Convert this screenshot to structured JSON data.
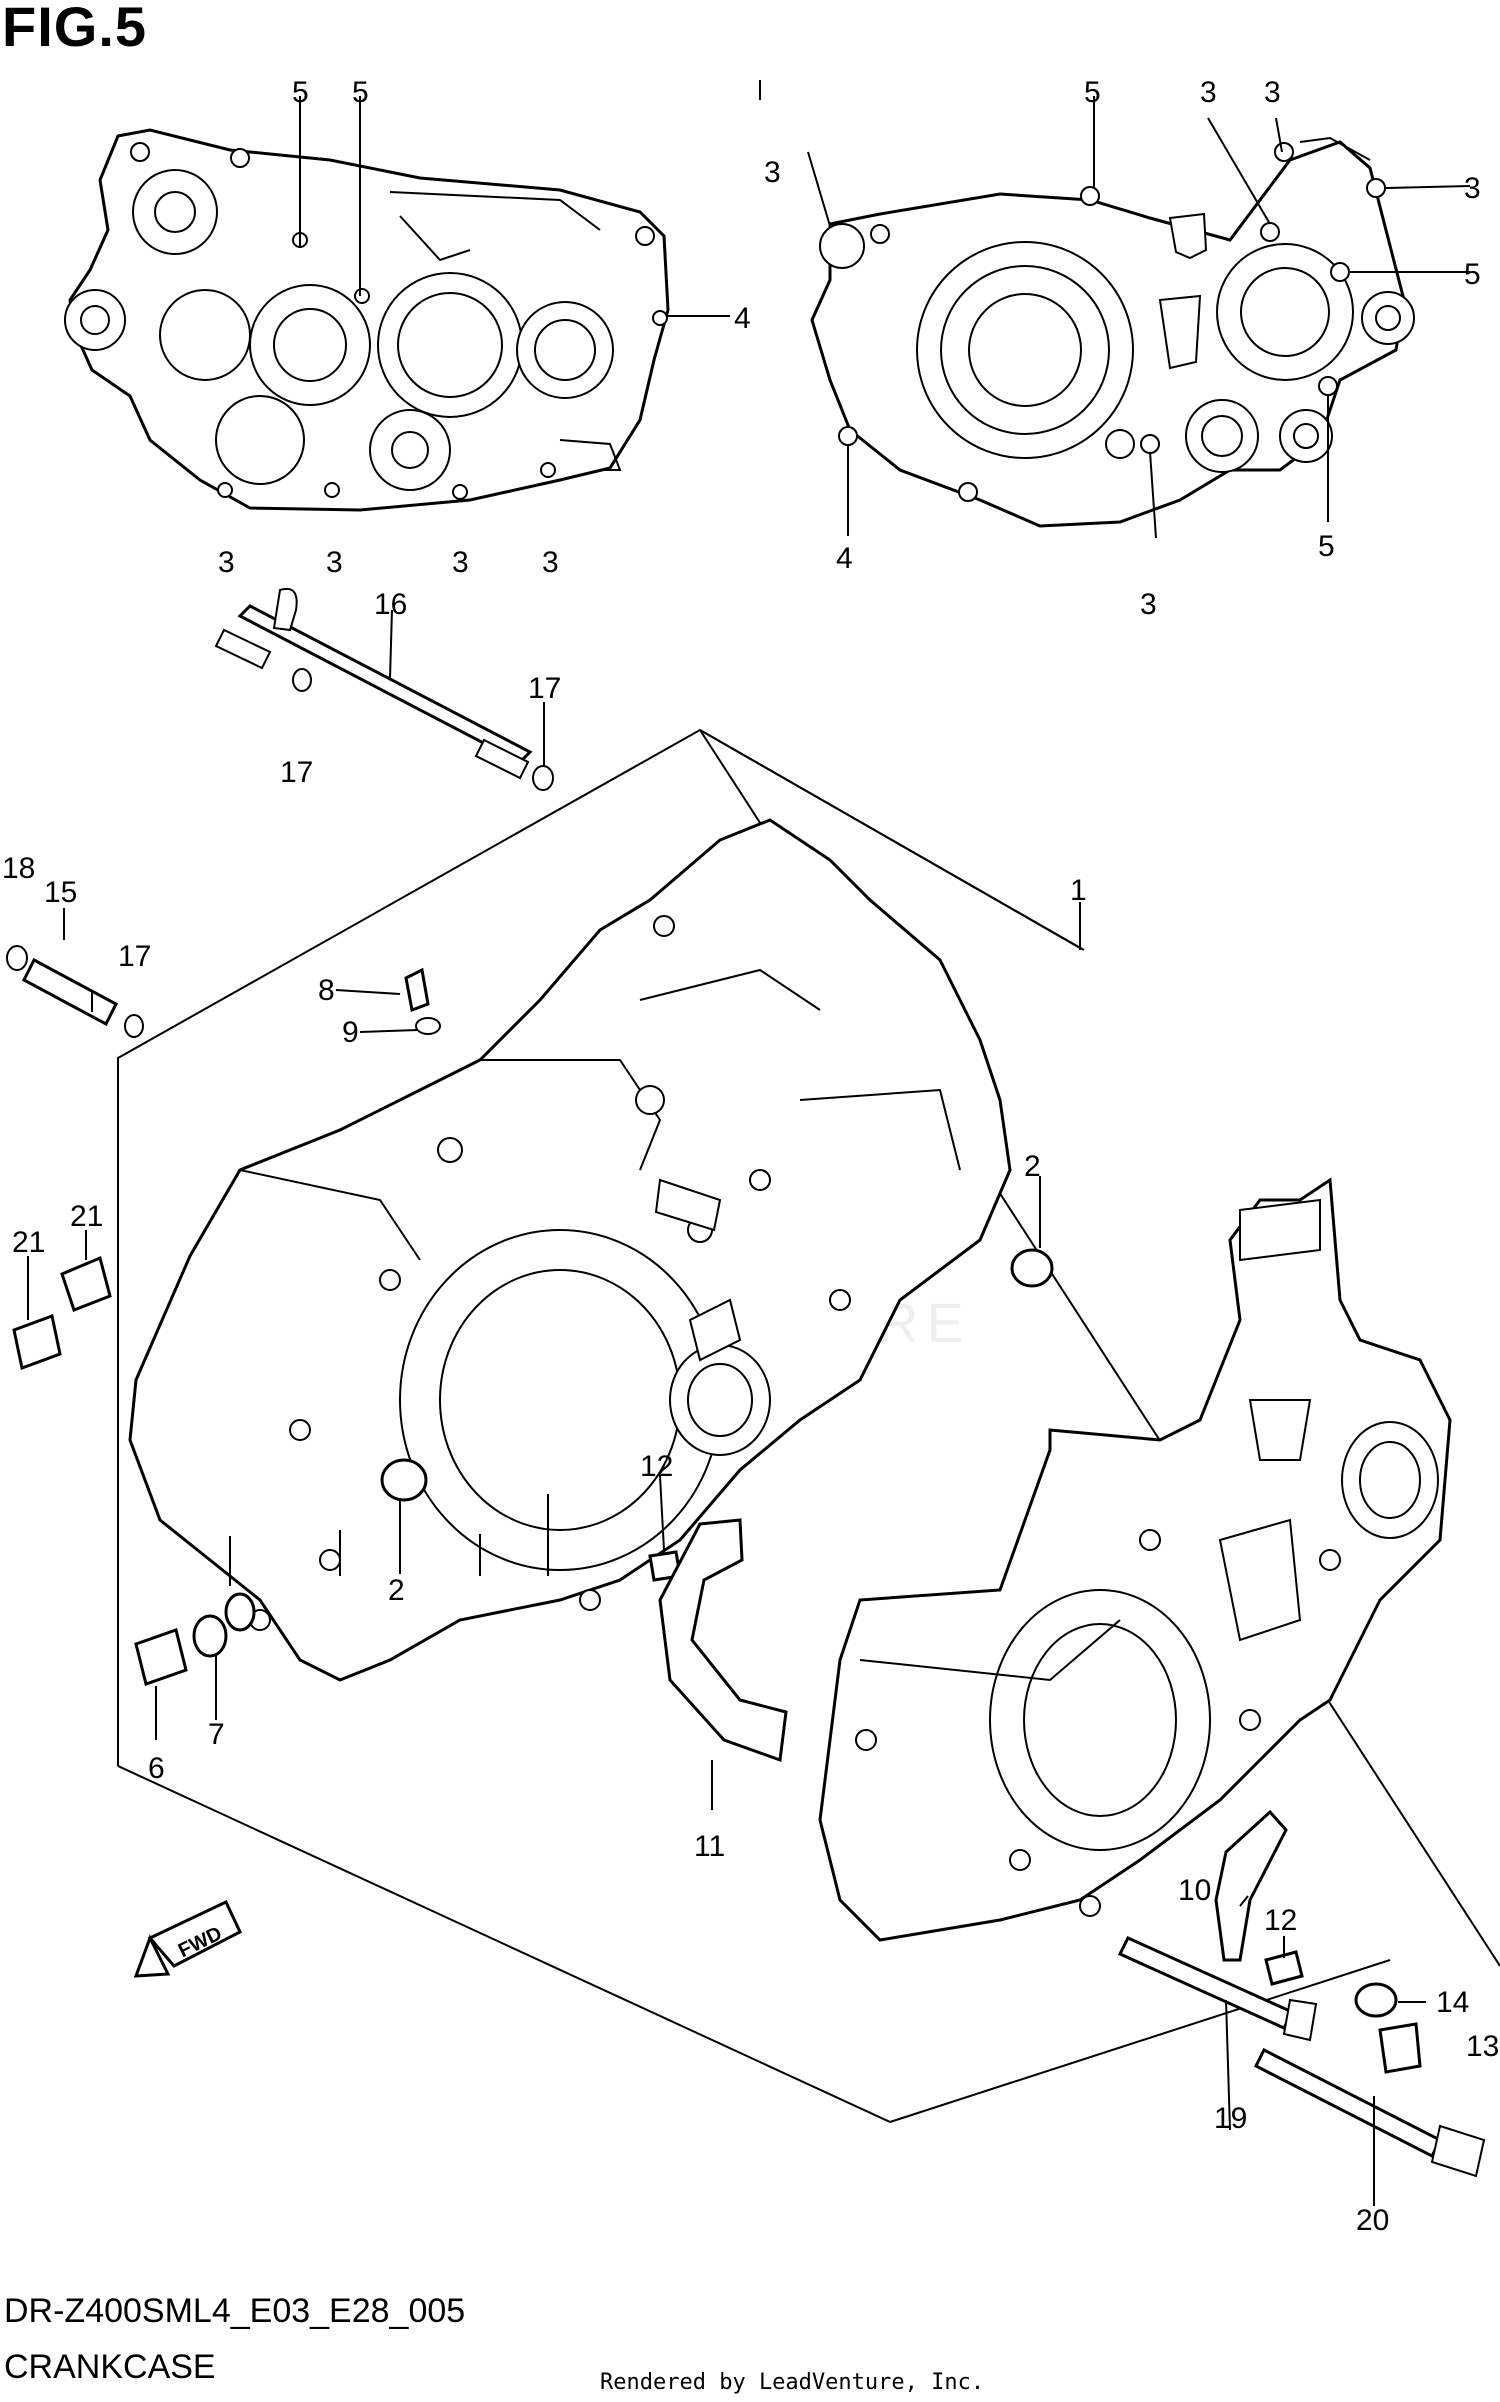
{
  "figure": {
    "title": "FIG.5",
    "model_code": "DR-Z400SML4_E03_E28_005",
    "caption": "CRANKCASE",
    "credit": "Rendered by LeadVenture, Inc.",
    "watermark": "LEADVENTURE"
  },
  "callouts": [
    {
      "id": "c1",
      "label": "1"
    },
    {
      "id": "c2a",
      "label": "2"
    },
    {
      "id": "c2b",
      "label": "2"
    },
    {
      "id": "c3a",
      "label": "3"
    },
    {
      "id": "c3b",
      "label": "3"
    },
    {
      "id": "c3c",
      "label": "3"
    },
    {
      "id": "c3d",
      "label": "3"
    },
    {
      "id": "c3e",
      "label": "3"
    },
    {
      "id": "c3f",
      "label": "3"
    },
    {
      "id": "c3g",
      "label": "3"
    },
    {
      "id": "c3h",
      "label": "3"
    },
    {
      "id": "c3i",
      "label": "3"
    },
    {
      "id": "c4a",
      "label": "4"
    },
    {
      "id": "c4b",
      "label": "4"
    },
    {
      "id": "c5a",
      "label": "5"
    },
    {
      "id": "c5b",
      "label": "5"
    },
    {
      "id": "c5c",
      "label": "5"
    },
    {
      "id": "c5d",
      "label": "5"
    },
    {
      "id": "c5e",
      "label": "5"
    },
    {
      "id": "c6",
      "label": "6"
    },
    {
      "id": "c7",
      "label": "7"
    },
    {
      "id": "c8",
      "label": "8"
    },
    {
      "id": "c9",
      "label": "9"
    },
    {
      "id": "c10",
      "label": "10"
    },
    {
      "id": "c11",
      "label": "11"
    },
    {
      "id": "c12a",
      "label": "12"
    },
    {
      "id": "c12b",
      "label": "12"
    },
    {
      "id": "c13",
      "label": "13"
    },
    {
      "id": "c14",
      "label": "14"
    },
    {
      "id": "c15",
      "label": "15"
    },
    {
      "id": "c16",
      "label": "16"
    },
    {
      "id": "c17a",
      "label": "17"
    },
    {
      "id": "c17b",
      "label": "17"
    },
    {
      "id": "c17c",
      "label": "17"
    },
    {
      "id": "c18",
      "label": "18"
    },
    {
      "id": "c19",
      "label": "19"
    },
    {
      "id": "c20",
      "label": "20"
    },
    {
      "id": "c21a",
      "label": "21"
    },
    {
      "id": "c21b",
      "label": "21"
    }
  ],
  "fwd_badge": "FWD"
}
